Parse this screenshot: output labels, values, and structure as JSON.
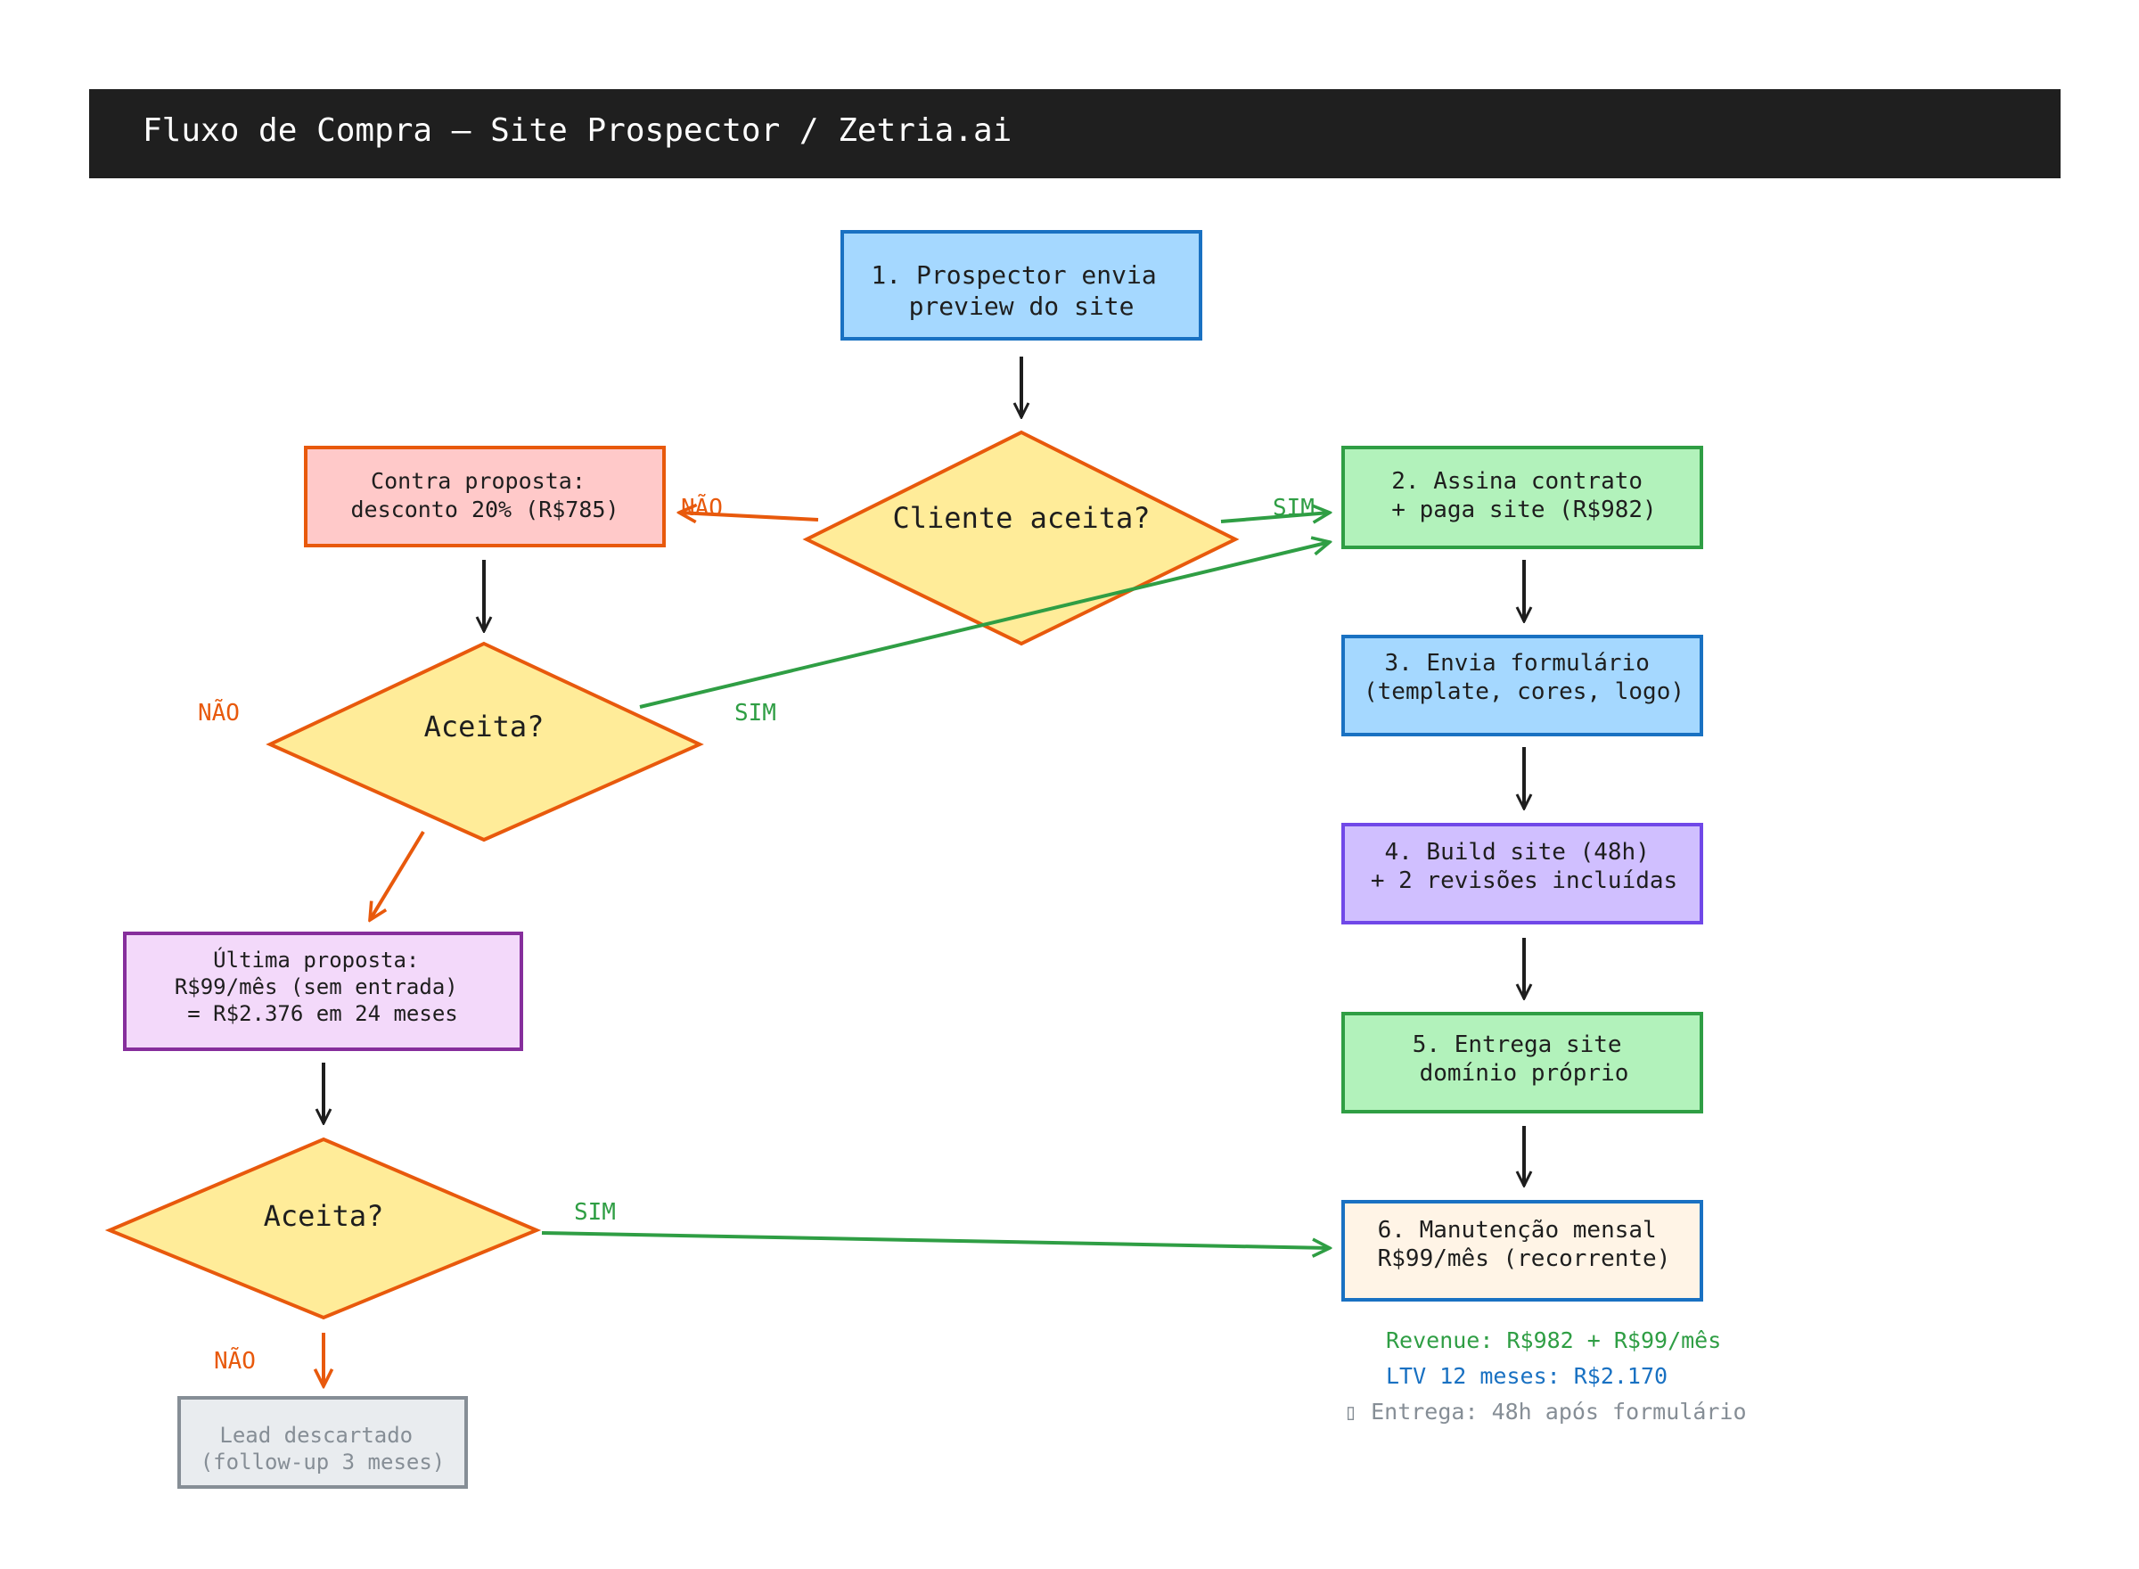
{
  "title": "Fluxo de Compra — Site Prospector / Zetria.ai",
  "colors": {
    "title_bar": "#1f1f1f",
    "blue_fill": "#a5d8ff",
    "blue_stroke": "#1971c2",
    "green_fill": "#b2f2bb",
    "green_stroke": "#2f9e44",
    "purple_fill": "#d0bfff",
    "purple_stroke": "#7048e8",
    "pink_fill": "#ffc9c9",
    "orange_stroke": "#e8590c",
    "lavender_fill": "#f3d9fa",
    "lavender_stroke": "#862e9c",
    "yellow_fill": "#ffec99",
    "cream_fill": "#fff4e6",
    "gray_fill": "#e9ecef",
    "gray_stroke": "#868e96",
    "text_dark": "#1e1e1e"
  },
  "nodes": {
    "step1": [
      "1. Prospector envia",
      "preview do site"
    ],
    "decision_main": "Cliente aceita?",
    "counter": [
      "Contra proposta:",
      "desconto 20% (R$785)"
    ],
    "decision_counter": "Aceita?",
    "last_offer": [
      "Última proposta:",
      "R$99/mês (sem entrada)",
      "= R$2.376 em 24 meses"
    ],
    "decision_last": "Aceita?",
    "discarded": [
      "Lead descartado",
      "(follow-up 3 meses)"
    ],
    "step2": [
      "2. Assina contrato",
      "+ paga site (R$982)"
    ],
    "step3": [
      "3. Envia formulário",
      "(template, cores, logo)"
    ],
    "step4": [
      "4. Build site (48h)",
      "+ 2 revisões incluídas"
    ],
    "step5": [
      "5. Entrega site",
      "domínio próprio"
    ],
    "step6": [
      "6. Manutenção mensal",
      "R$99/mês (recorrente)"
    ]
  },
  "edge_labels": {
    "main_no": "NÃO",
    "main_yes": "SIM",
    "counter_no": "NÃO",
    "counter_yes": "SIM",
    "last_yes": "SIM",
    "last_no": "NÃO"
  },
  "summary": {
    "revenue": "Revenue: R$982 + R$99/mês",
    "ltv": "LTV 12 meses: R$2.170",
    "delivery": "▯ Entrega: 48h após formulário"
  }
}
